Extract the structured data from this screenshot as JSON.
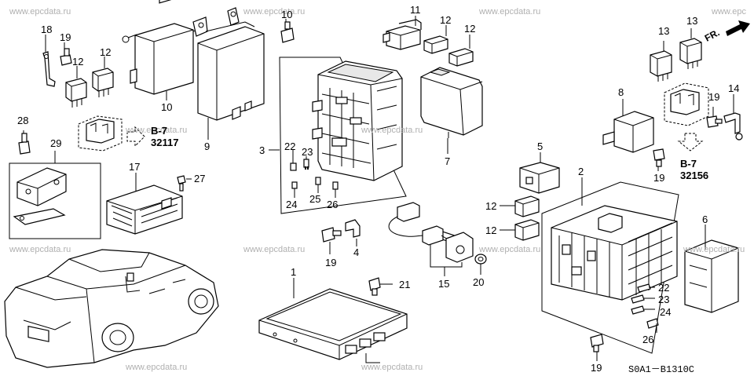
{
  "watermarks": [
    "www.epcdata.ru",
    "www.epcdata.ru",
    "www.epcdata.ru",
    "www.epc",
    "www.epcdata.ru",
    "www.epcdata.ru",
    "www.epcdata.ru",
    "www.epcdata.ru",
    "www.epcdata.ru",
    "www.epcdata.ru",
    "www.epcdata.ru",
    "www.epcdata.ru"
  ],
  "callouts": {
    "c1": "1",
    "c2": "2",
    "c3": "3",
    "c4": "4",
    "c5": "5",
    "c6": "6",
    "c7": "7",
    "c8": "8",
    "c9": "9",
    "c10": "10",
    "c10b": "10",
    "c11": "11",
    "c12a": "12",
    "c12b": "12",
    "c12c": "12",
    "c12d": "12",
    "c12e": "12",
    "c12f": "12",
    "c13a": "13",
    "c13b": "13",
    "c14": "14",
    "c15": "15",
    "c17": "17",
    "c18": "18",
    "c19a": "19",
    "c19b": "19",
    "c19c": "19",
    "c19d": "19",
    "c19e": "19",
    "c20": "20",
    "c21": "21",
    "c22a": "22",
    "c22b": "22",
    "c23a": "23",
    "c23b": "23",
    "c24a": "24",
    "c24b": "24",
    "c25": "25",
    "c26a": "26",
    "c26b": "26",
    "c27": "27",
    "c28": "28",
    "c29": "29"
  },
  "references": [
    {
      "group": "B-7",
      "number": "32117"
    },
    {
      "group": "B-7",
      "number": "32156"
    }
  ],
  "direction_label": "FR.",
  "diagram_code": "S0A1－B1310C"
}
